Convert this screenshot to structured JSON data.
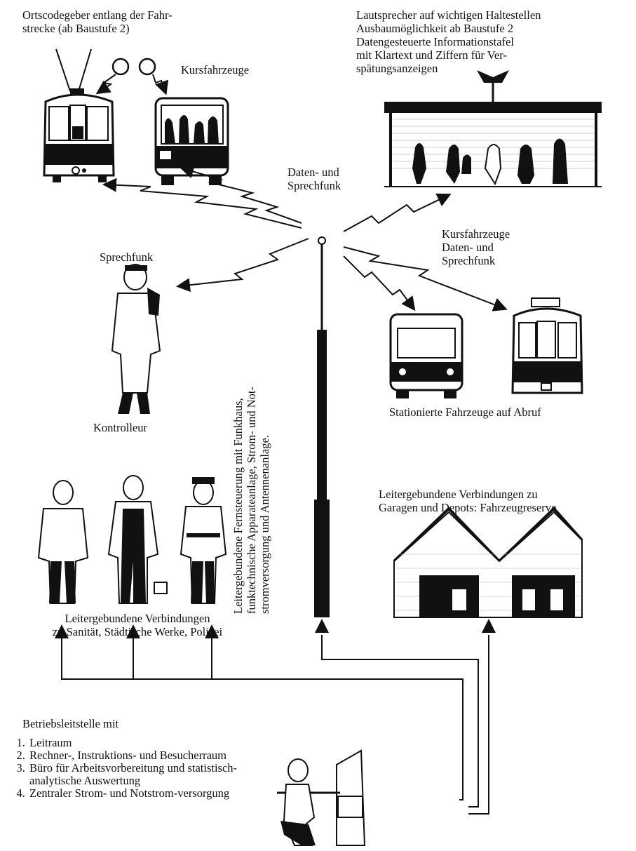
{
  "labels": {
    "ortscode": [
      "Ortscodegeber entlang der Fahr-",
      "strecke (ab Baustufe 2)"
    ],
    "kursfahrzeuge_top": "Kursfahrzeuge",
    "lautsprecher": [
      "Lautsprecher auf wichtigen Haltestellen",
      "Ausbaumöglichkeit ab Baustufe 2",
      "Datengesteuerte Informationstafel",
      "mit Klartext und Ziffern für Ver-",
      "spätungsanzeigen"
    ],
    "daten_sprechfunk": [
      "Daten- und",
      "Sprechfunk"
    ],
    "sprechfunk": "Sprechfunk",
    "kursfahrzeuge_right": [
      "Kursfahrzeuge",
      "Daten- und",
      "Sprechfunk"
    ],
    "kontrolleur": "Kontrolleur",
    "stationiert": "Stationierte Fahrzeuge auf Abruf",
    "vertical": [
      "Leitergebundene Fernsteuerung mit Funkhaus,",
      "funktechnische Apparateanlage, Strom- und Not-",
      "stromversorgung und Antennenanlage."
    ],
    "garagen": [
      "Leitergebundene Verbindungen zu",
      "Garagen und Depots: Fahrzeugreserve"
    ],
    "sanitaet": [
      "Leitergebundene Verbindungen",
      "zu Sanität, Städtische Werke, Polizei"
    ],
    "betrieb_title": "Betriebsleitstelle mit",
    "betrieb_items": [
      "Leitraum",
      "Rechner-, Instruktions- und Besucherraum",
      "Büro für Arbeitsvorbereitung und statistisch-analytische Auswertung",
      "Zentraler Strom- und Notstrom-versorgung"
    ]
  },
  "icons": [
    "tram-icon",
    "bus-icon",
    "shelter-icon",
    "antenna-icon",
    "controller-person-icon",
    "garage-icon",
    "doctor-icon",
    "worker-icon",
    "police-icon",
    "operator-desk-icon"
  ]
}
